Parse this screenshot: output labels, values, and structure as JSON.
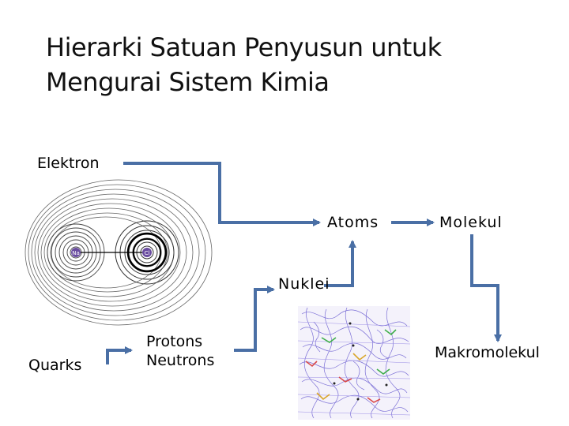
{
  "title": {
    "line1": "Hierarki Satuan Penyusun untuk",
    "line2": "Mengurai Sistem Kimia"
  },
  "nodes": {
    "elektron": "Elektron",
    "atoms": "Atoms",
    "molekul": "Molekul",
    "nuklei": "Nuklei",
    "quarks": "Quarks",
    "protons": "Protons",
    "neutrons": "Neutrons",
    "makromolekul": "Makromolekul"
  },
  "atom_image": {
    "left_nucleus_label": "Na",
    "right_nucleus_label": "Cl"
  },
  "colors": {
    "arrow": "#4a6fa5",
    "contour": "#555555",
    "nucleus": "#6a4ca0",
    "protein_mesh": "#7b6fd6"
  }
}
